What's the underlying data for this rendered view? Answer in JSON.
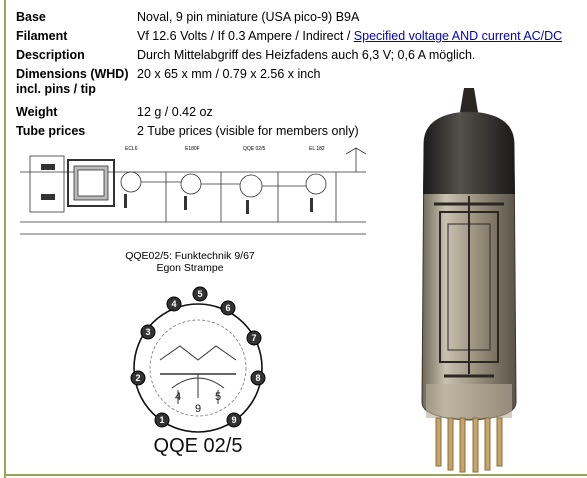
{
  "specs": {
    "base": {
      "label": "Base",
      "value": "Noval, 9 pin miniature (USA pico-9) B9A"
    },
    "filament": {
      "label": "Filament",
      "value": "Vf 12.6 Volts / If 0.3 Ampere / Indirect / ",
      "link": "Specified voltage AND current AC/DC"
    },
    "description": {
      "label": "Description",
      "value": "Durch Mittelabgriff des Heizfadens auch 6,3 V; 0,6 A möglich."
    },
    "dimensions": {
      "label": "Dimensions (WHD) incl. pins / tip",
      "value": "20 x 65 x mm / 0.79 x 2.56 x inch"
    },
    "weight": {
      "label": "Weight",
      "value": "12 g / 0.42 oz"
    },
    "tube_prices": {
      "label": "Tube prices",
      "value": "2 Tube prices (visible for members only)"
    }
  },
  "schematic": {
    "caption_line1": "QQE02/5: Funktechnik 9/67",
    "caption_line2": "Egon Strampe",
    "stage_labels": [
      "ECL6",
      "E180F",
      "QQE 02/5",
      "EL 182"
    ]
  },
  "pinout": {
    "title": "QQE 02/5",
    "pins": [
      "1",
      "2",
      "3",
      "4",
      "5",
      "6",
      "7",
      "8",
      "9"
    ],
    "inner_labels": [
      "4",
      "5",
      "9"
    ]
  },
  "colors": {
    "frame": "#9aa45a",
    "link": "#0000cc"
  }
}
